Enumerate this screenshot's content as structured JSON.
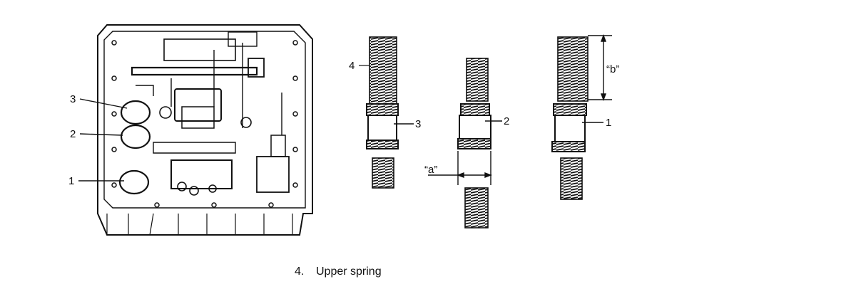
{
  "callouts": {
    "housing_1": "1",
    "housing_2": "2",
    "housing_3": "3",
    "spring_4": "4",
    "piston_3": "3",
    "piston_2": "2",
    "piston_1": "1",
    "dim_a": "“a”",
    "dim_b": "“b”"
  },
  "legend": [
    {
      "number": "4.",
      "text": "Upper spring"
    }
  ]
}
